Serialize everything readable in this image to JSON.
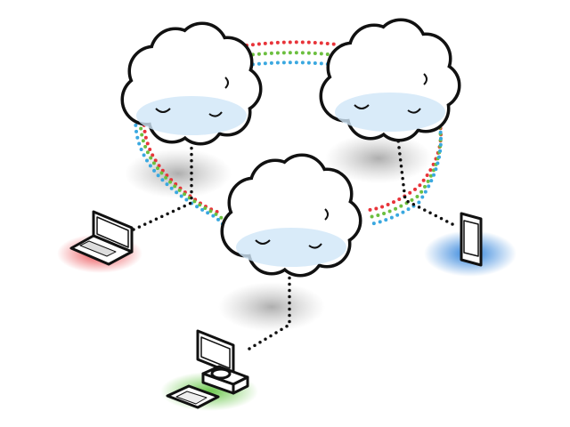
{
  "diagram": {
    "nodes": [
      {
        "id": "cloud-top-left",
        "icon": "cloud-icon"
      },
      {
        "id": "cloud-top-right",
        "icon": "cloud-icon"
      },
      {
        "id": "cloud-center",
        "icon": "cloud-icon"
      },
      {
        "id": "laptop",
        "icon": "laptop-icon",
        "glow_color": "#e8343a"
      },
      {
        "id": "tablet",
        "icon": "tablet-icon",
        "glow_color": "#1e78d8"
      },
      {
        "id": "desktop",
        "icon": "desktop-computer-icon",
        "glow_color": "#5cc23a"
      }
    ],
    "link_colors": {
      "red": "#e8343a",
      "green": "#6cbf3f",
      "blue": "#3aa8e0",
      "device_link": "#111111"
    },
    "cloud_tint": "#cfe6f7"
  }
}
